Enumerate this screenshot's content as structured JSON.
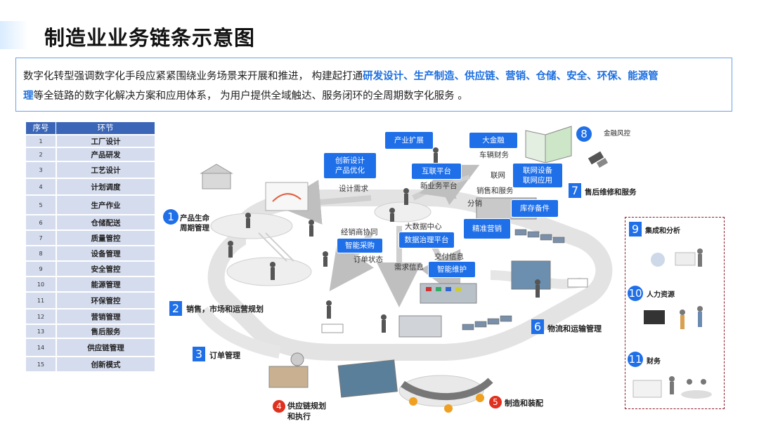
{
  "title": "制造业业务链条示意图",
  "intro": {
    "before": "数字化转型强调数字化手段应紧紧围绕业务场景来开展和推进， 构建起打通",
    "highlight": "研发设计、生产制造、供应链、营销、仓储、安全、环保、能源管",
    "highlight2": "理",
    "after": "等全链路的数字化解决方案和应用体系， 为用户提供全域触达、服务闭环的全周期数字化服务 。"
  },
  "table": {
    "headers": [
      "序号",
      "环节"
    ],
    "rows": [
      {
        "no": "1",
        "name": "工厂设计"
      },
      {
        "no": "2",
        "name": "产品研发"
      },
      {
        "no": "3",
        "name": "工艺设计"
      },
      {
        "no": "4",
        "name": "计划调度"
      },
      {
        "no": "5",
        "name": "生产作业"
      },
      {
        "no": "6",
        "name": "仓储配送"
      },
      {
        "no": "7",
        "name": "质量管控"
      },
      {
        "no": "8",
        "name": "设备管理"
      },
      {
        "no": "9",
        "name": "安全管控"
      },
      {
        "no": "10",
        "name": "能源管理"
      },
      {
        "no": "11",
        "name": "环保管控"
      },
      {
        "no": "12",
        "name": "营销管理"
      },
      {
        "no": "13",
        "name": "售后服务"
      },
      {
        "no": "14",
        "name": "供应链管理"
      },
      {
        "no": "15",
        "name": "创新模式"
      }
    ]
  },
  "diagram": {
    "boxes": {
      "cyzh": "产业扩展",
      "dajinrong": "大金融",
      "chuangxin": "创新设计\n产品优化",
      "hulian": "互联平台",
      "lianwang": "联网设备\n联网应用",
      "kucun": "库存备件",
      "jingzhun": "精准营销",
      "zhinengcaigou": "智能采购",
      "shujuzhili": "数据治理平台",
      "zhinengweihu": "智能维护"
    },
    "labels": {
      "jinrongfengkong": "金融风控",
      "cheliangcaiwu": "车辆财务",
      "lianwang": "联网",
      "xiaoshou": "销售和服务",
      "fenxiao": "分销",
      "sheji": "设计需求",
      "xinye": "新业务平台",
      "dashuju": "大数据中心",
      "jingxiao": "经销商协同",
      "dingdan": "订单状态",
      "xuqiu": "需求信息",
      "jiaofu": "交付信息",
      "shouhou": "售后维修和服务"
    },
    "steps": {
      "s1": {
        "num": "1",
        "label": "产品生命\n周期管理"
      },
      "s2": {
        "num": "2",
        "label": "销售，市场和运营规划"
      },
      "s3": {
        "num": "3",
        "label": "订单管理"
      },
      "s4": {
        "num": "4",
        "label": "供应链规划\n和执行"
      },
      "s5": {
        "num": "5",
        "label": "制造和装配"
      },
      "s6": {
        "num": "6",
        "label": "物流和运输管理"
      },
      "s7": {
        "num": "7",
        "label": "售后维修和服务"
      },
      "s8": {
        "num": "8",
        "label": "金融风控"
      }
    }
  },
  "right_panel": {
    "items": [
      {
        "num": "9",
        "label": "集成和分析"
      },
      {
        "num": "10",
        "label": "人力资源"
      },
      {
        "num": "11",
        "label": "财务"
      }
    ]
  },
  "colors": {
    "accent": "#1f6fe8",
    "table_header": "#3b66b7",
    "table_row": "#d5dcee",
    "highlight_text": "#1d6fe0",
    "panel_border": "#8b1a2b",
    "red_badge": "#e0301e"
  }
}
